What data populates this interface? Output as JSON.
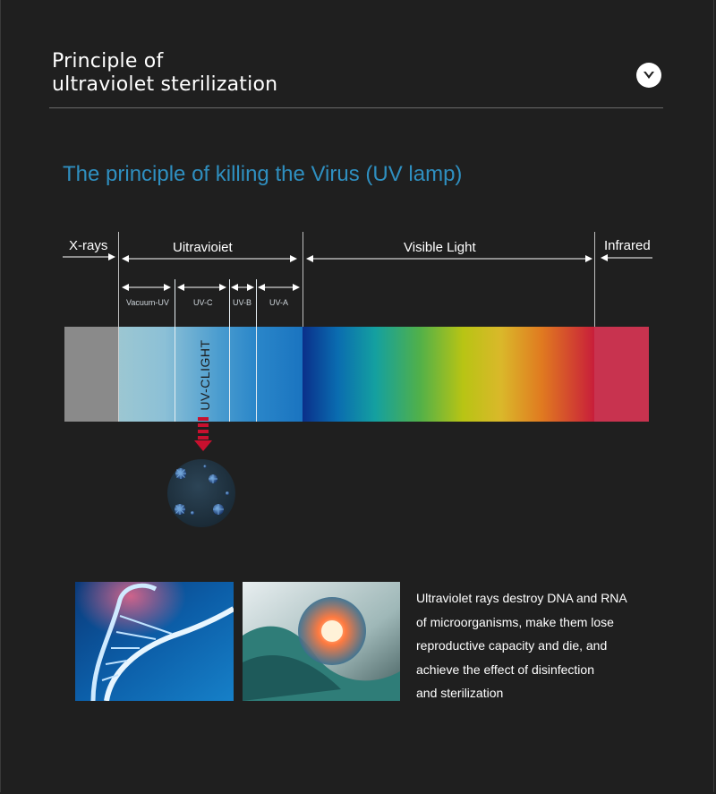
{
  "header": {
    "title_line1": "Principle of",
    "title_line2": "ultraviolet sterilization",
    "toggle_icon": "chevron-down-icon"
  },
  "subtitle": "The principle of killing the Virus (UV lamp)",
  "spectrum": {
    "regions": {
      "xrays": "X-rays",
      "ultraviolet": "Uitravioiet",
      "visible": "Visible Light",
      "infrared": "Infrared"
    },
    "uv_bands": {
      "vacuum_uv": "Vacuum-UV",
      "uv_c": "UV-C",
      "uv_b": "UV-B",
      "uv_a": "UV-A"
    },
    "marker_label": "UV-CLIGHT",
    "colors": {
      "xray": "#8a8a8a",
      "infrared": "#c8334f",
      "uv_start": "#9cc7d2",
      "uv_end": "#1a74c0",
      "visible_start": "#0a2f8a",
      "visible_end": "#c81e3a",
      "arrow": "#c8102e"
    }
  },
  "description": {
    "line1": "Ultraviolet rays destroy DNA and RNA",
    "line2": "of microorganisms, make them lose",
    "line3": "reproductive capacity and die, and",
    "line4": "achieve the effect of disinfection",
    "line5": "and sterilization"
  }
}
